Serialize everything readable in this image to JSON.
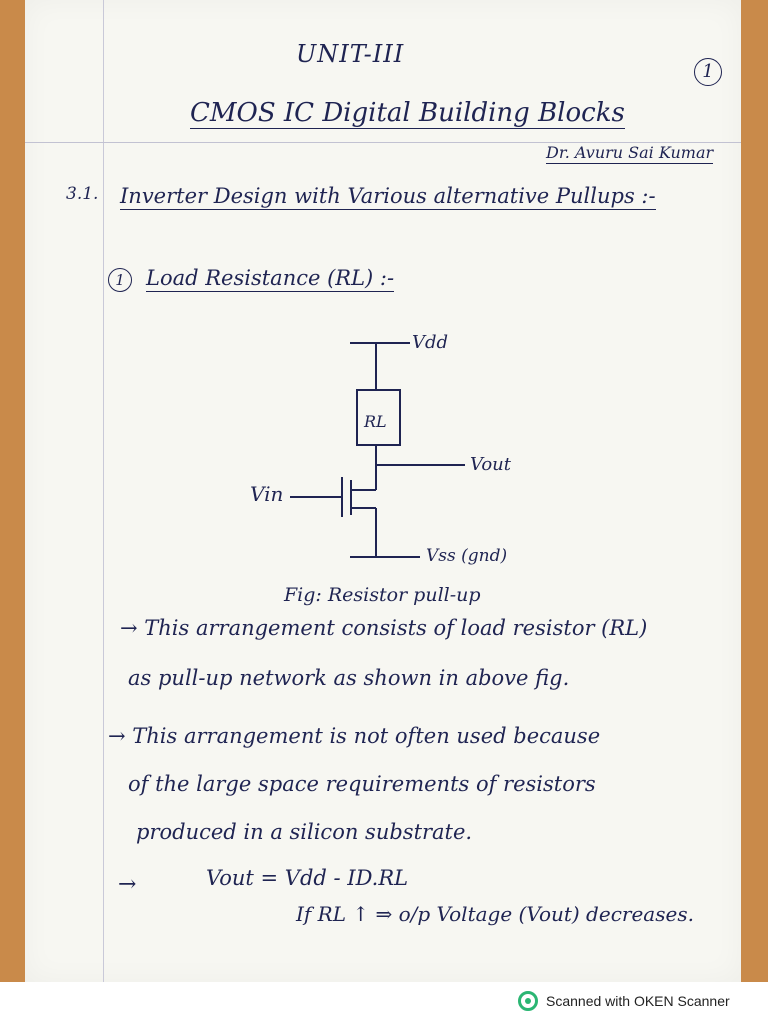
{
  "header": {
    "unit": "UNIT-III",
    "page_number": "1",
    "title": "CMOS IC Digital Building Blocks",
    "author": "Dr. Avuru Sai Kumar"
  },
  "section": {
    "number": "3.1.",
    "heading": "Inverter Design with Various alternative Pullups :-"
  },
  "subsection": {
    "number": "1",
    "heading": "Load Resistance (RL) :-"
  },
  "circuit": {
    "vdd": "Vdd",
    "rl": "RL",
    "vout": "Vout",
    "vin": "Vin",
    "vss": "Vss (gnd)",
    "caption": "Fig: Resistor pull-up"
  },
  "notes": {
    "p1_line1": "→ This arrangement consists of load resistor (RL)",
    "p1_line2": "as pull-up network as shown in above fig.",
    "p2_line1": "→ This arrangement is not often used because",
    "p2_line2": "of the large space requirements of resistors",
    "p2_line3": "produced in a silicon substrate.",
    "eq_arrow": "→",
    "eq1": "Vout = Vdd - ID.RL",
    "eq2": "If RL ↑ ⇒ o/p Voltage (Vout) decreases."
  },
  "footer": {
    "scanner_text": "Scanned with OKEN Scanner",
    "icon": "oken-scanner-icon",
    "icon_color": "#2bb673"
  },
  "colors": {
    "ink": "#1f2452",
    "paper": "#f7f7f2",
    "frame": "#c98a4a"
  }
}
